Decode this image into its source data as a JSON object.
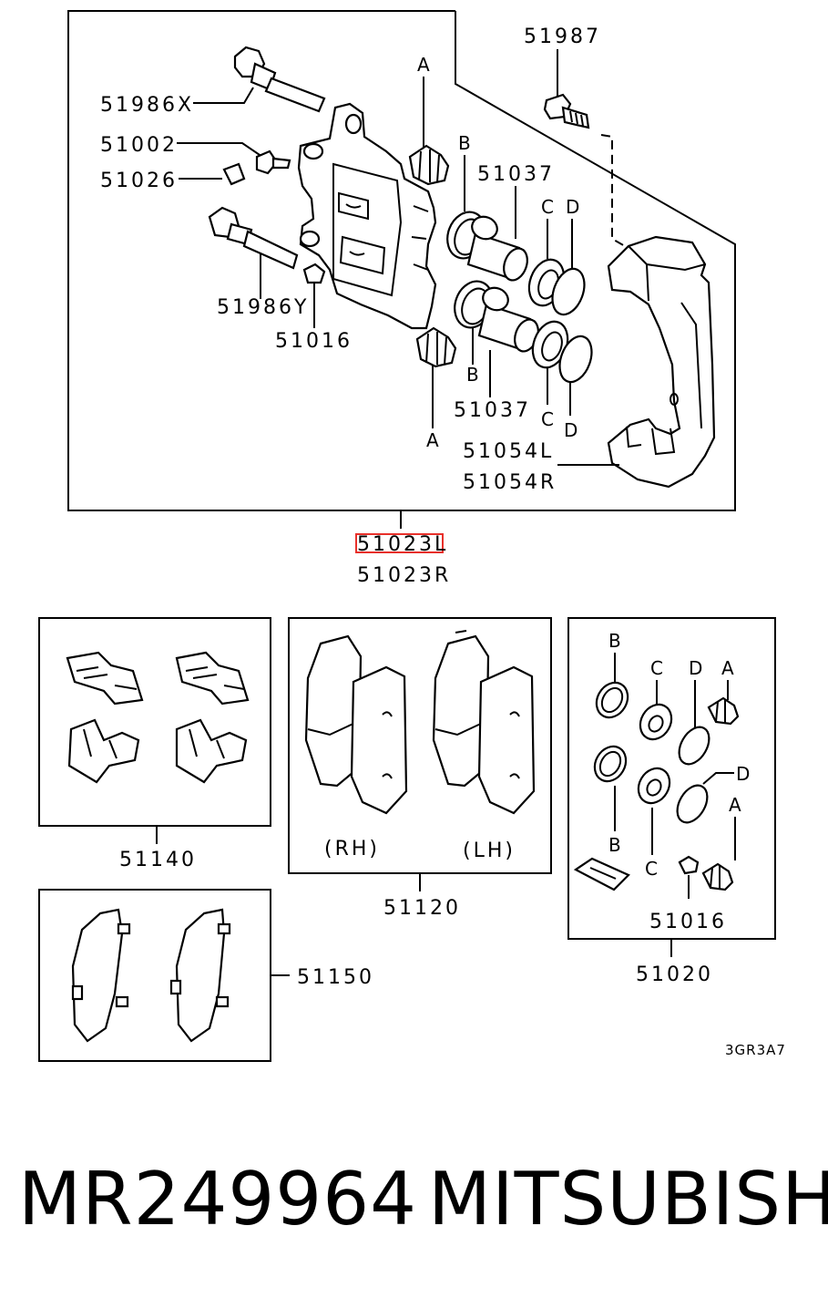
{
  "labels": {
    "l51987": "51987",
    "l51986X": "51986X",
    "l51002": "51002",
    "l51026": "51026",
    "l51986Y": "51986Y",
    "l51016a": "51016",
    "l51037a": "51037",
    "l51037b": "51037",
    "l51054L": "51054L",
    "l51054R": "51054R",
    "l51023L": "51023L",
    "l51023R": "51023R",
    "l51140": "51140",
    "l51120": "51120",
    "l51150": "51150",
    "l51020": "51020",
    "l51016b": "51016",
    "rh": "(RH)",
    "lh": "(LH)",
    "A": "A",
    "B": "B",
    "C": "C",
    "D": "D",
    "code": "3GR3A7"
  },
  "footer": {
    "part_number": "MR249964",
    "brand": "MITSUBISHI"
  },
  "colors": {
    "highlight": "#e8302a",
    "ink": "#000000"
  }
}
